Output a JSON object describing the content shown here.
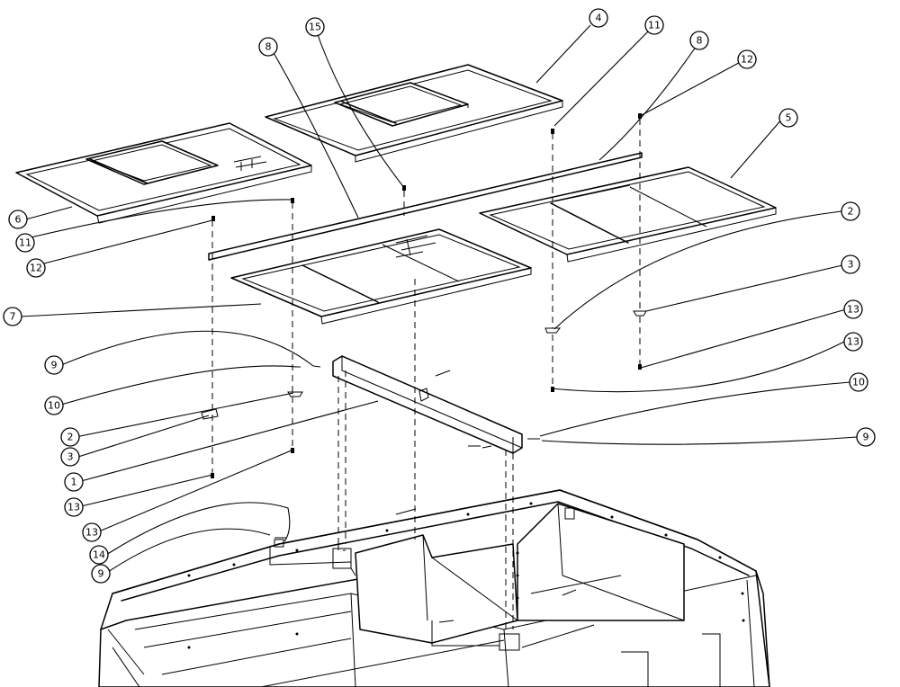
{
  "callouts": [
    {
      "id": "c4",
      "label": "4"
    },
    {
      "id": "c11a",
      "label": "11"
    },
    {
      "id": "c8a",
      "label": "8"
    },
    {
      "id": "c12a",
      "label": "12"
    },
    {
      "id": "c8b",
      "label": "8"
    },
    {
      "id": "c15",
      "label": "15"
    },
    {
      "id": "c5",
      "label": "5"
    },
    {
      "id": "c6",
      "label": "6"
    },
    {
      "id": "c11b",
      "label": "11"
    },
    {
      "id": "c12b",
      "label": "12"
    },
    {
      "id": "c2a",
      "label": "2"
    },
    {
      "id": "c3a",
      "label": "3"
    },
    {
      "id": "c13a",
      "label": "13"
    },
    {
      "id": "c13b",
      "label": "13"
    },
    {
      "id": "c7",
      "label": "7"
    },
    {
      "id": "c9a",
      "label": "9"
    },
    {
      "id": "c10a",
      "label": "10"
    },
    {
      "id": "c2b",
      "label": "2"
    },
    {
      "id": "c3b",
      "label": "3"
    },
    {
      "id": "c1",
      "label": "1"
    },
    {
      "id": "c10b",
      "label": "10"
    },
    {
      "id": "c9b",
      "label": "9"
    },
    {
      "id": "c13c",
      "label": "13"
    },
    {
      "id": "c13d",
      "label": "13"
    },
    {
      "id": "c14",
      "label": "14"
    },
    {
      "id": "c9c",
      "label": "9"
    }
  ]
}
